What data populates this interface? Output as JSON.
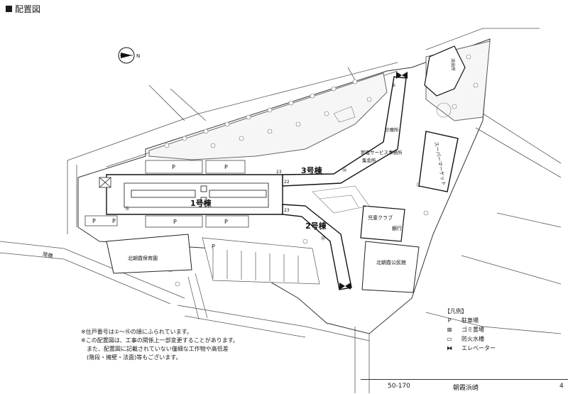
{
  "header": {
    "title": "配置図"
  },
  "compass": {
    "label": "N"
  },
  "map": {
    "buildings": [
      {
        "id": "b1",
        "label": "1号棟"
      },
      {
        "id": "b2",
        "label": "2号棟"
      },
      {
        "id": "b3",
        "label": "3号棟"
      }
    ],
    "facilities": [
      {
        "id": "nursery",
        "label": "北朝霞保育園"
      },
      {
        "id": "community",
        "label": "北朝霞公民館"
      },
      {
        "id": "childclub",
        "label": "児童クラブ"
      },
      {
        "id": "bank",
        "label": "銀行"
      },
      {
        "id": "mgmt",
        "label": "管理サービス事務所"
      },
      {
        "id": "hall",
        "label": "集会所"
      },
      {
        "id": "police",
        "label": "派出所"
      },
      {
        "id": "office",
        "label": "診療所"
      },
      {
        "id": "super",
        "label": "スーパーマーケット"
      }
    ],
    "road_label": "陸橋",
    "parking_label": "P",
    "unit_numbers": [
      "23",
      "22",
      "23",
      "①",
      "⑭",
      "⑯",
      "㉒"
    ]
  },
  "legend": {
    "title": "【凡例】",
    "items": [
      {
        "symbol": "P",
        "label": "駐車場"
      },
      {
        "symbol": "⊠",
        "label": "ゴミ置場"
      },
      {
        "symbol": "▭",
        "label": "防火水槽"
      },
      {
        "symbol": "⧓",
        "label": "エレベーター"
      }
    ]
  },
  "notes": [
    "※住戸番号は①〜⑯の順にふられています。",
    "※この配置図は、工事の関係上一部変更することがあります。",
    "　また、配置図に記載されていない僅細な工作物や高低差",
    "　(階段・擁壁・法面)等もございます。"
  ],
  "footer": {
    "code": "50-170",
    "name": "朝霞浜崎",
    "page": "4"
  }
}
